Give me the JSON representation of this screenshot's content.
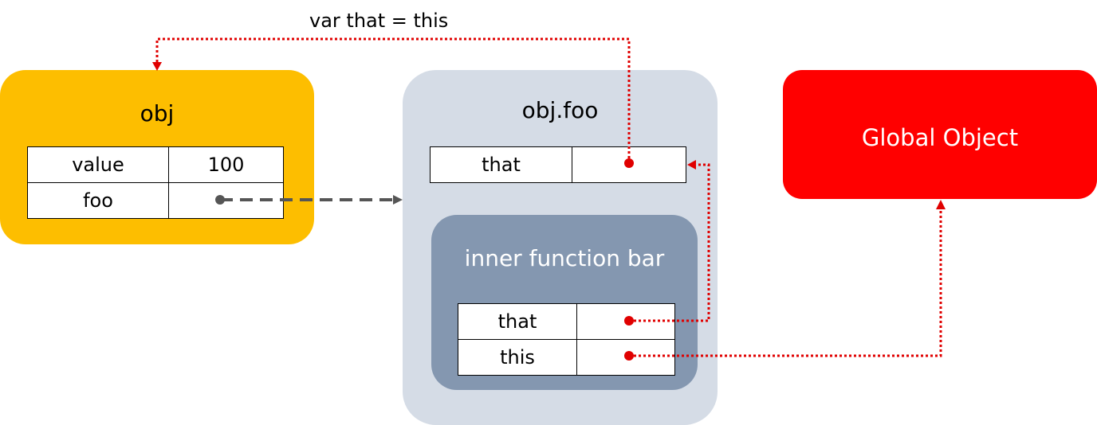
{
  "caption": "var that = this",
  "obj": {
    "title": "obj",
    "rows": [
      {
        "key": "value",
        "val": "100"
      },
      {
        "key": "foo",
        "val": ""
      }
    ]
  },
  "objfoo": {
    "title": "obj.foo",
    "rows": [
      {
        "key": "that",
        "val": ""
      }
    ]
  },
  "bar": {
    "title": "inner function bar",
    "rows": [
      {
        "key": "that",
        "val": ""
      },
      {
        "key": "this",
        "val": ""
      }
    ]
  },
  "global": {
    "title": "Global Object"
  },
  "colors": {
    "obj_fill": "#fdbe00",
    "objfoo_fill": "#d5dce6",
    "bar_fill": "#8497b0",
    "global_fill": "#ff0000",
    "pointer_red": "#e00000",
    "pointer_gray": "#555555"
  }
}
